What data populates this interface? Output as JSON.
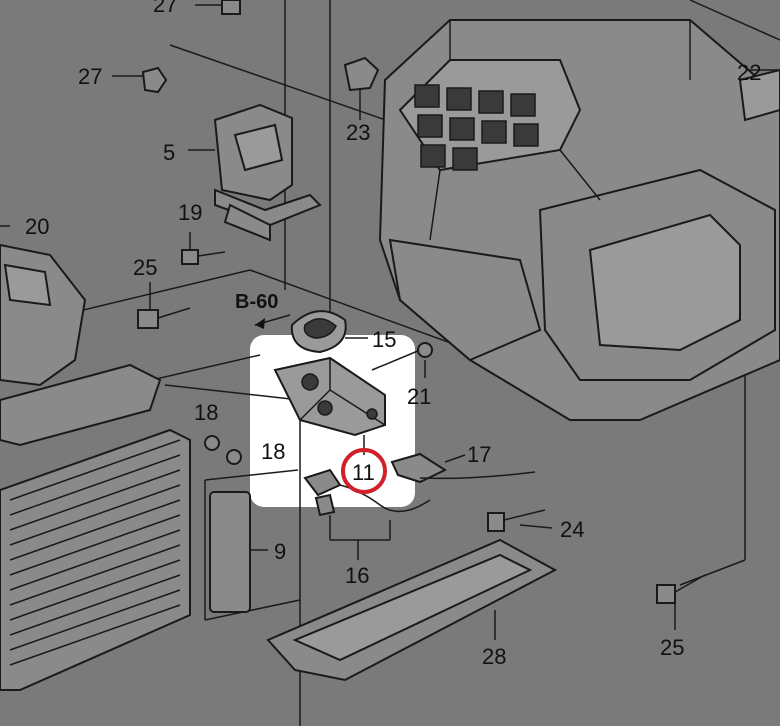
{
  "colors": {
    "background": "#7a7a7a",
    "highlight_box": "#ffffff",
    "highlight_circle": "#d0202a",
    "ink": "#111111"
  },
  "callouts": {
    "c27_top": "27",
    "c27": "27",
    "c22": "22",
    "c23": "23",
    "c5": "5",
    "c20": "20",
    "c19": "19",
    "c25_left": "25",
    "b60": "B-60",
    "c15": "15",
    "c21": "21",
    "c18_a": "18",
    "c18_b": "18",
    "c11": "11",
    "c17": "17",
    "c24": "24",
    "c9": "9",
    "c16": "16",
    "c25_right": "25",
    "c28": "28"
  }
}
